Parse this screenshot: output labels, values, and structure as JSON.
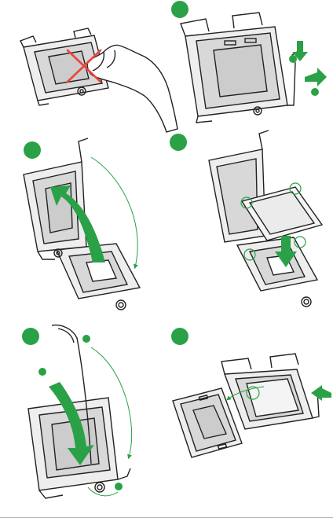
{
  "figure": {
    "steps": [
      {
        "id": 1,
        "marker": "",
        "action": "do-not-touch-socket-pins"
      },
      {
        "id": 2,
        "marker": "",
        "action": "press-and-release-load-lever"
      },
      {
        "id": 3,
        "marker": "",
        "action": "lift-lever-and-open-load-plate"
      },
      {
        "id": 4,
        "marker": "",
        "action": "align-and-insert-cpu"
      },
      {
        "id": 5,
        "marker": "",
        "action": "close-plate-and-lock-lever"
      },
      {
        "id": 6,
        "marker": "",
        "action": "remove-pnp-cap"
      }
    ],
    "colors": {
      "step_marker": "#2aa147",
      "arrow": "#2aa147",
      "warning_cross": "#e8453c",
      "line_art": "#222222",
      "socket_fill": "#d8d8d8",
      "cpu_fill": "#eeeeee"
    },
    "icons": [
      "warning-cross-icon",
      "press-arrow-icon",
      "release-arrow-icon",
      "rotate-arrow-icon",
      "align-circle-icon",
      "insert-arrow-icon",
      "slide-arrow-icon"
    ]
  }
}
